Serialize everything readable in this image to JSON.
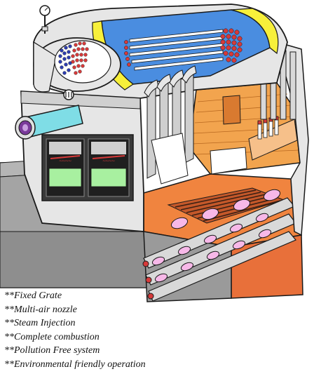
{
  "features": [
    "**Fixed Grate",
    "**Multi-air nozzle",
    "**Steam Injection",
    "**Complete combustion",
    "**Pollution Free system",
    "**Environmental friendly operation"
  ],
  "colors": {
    "outline": "#1a1a1a",
    "shell": "#e6e6e6",
    "shell_dark": "#c2c2c2",
    "base": "#a9a9a9",
    "base_dark": "#8a8a8a",
    "refractory_brick": "#f2a44e",
    "firebox_orange": "#f0843f",
    "furnace_brick": "#e8703a",
    "water_blue": "#4a8de0",
    "insulation_yellow": "#f7f03a",
    "tube_end_red": "#d63a3a",
    "burner_cyan": "#7fdde6",
    "door_green": "#a8f0a0",
    "flame_pink": "#f7b8e8"
  },
  "icons": [
    "pressure-gauge-icon",
    "steam-valve-icon",
    "burner-icon"
  ]
}
